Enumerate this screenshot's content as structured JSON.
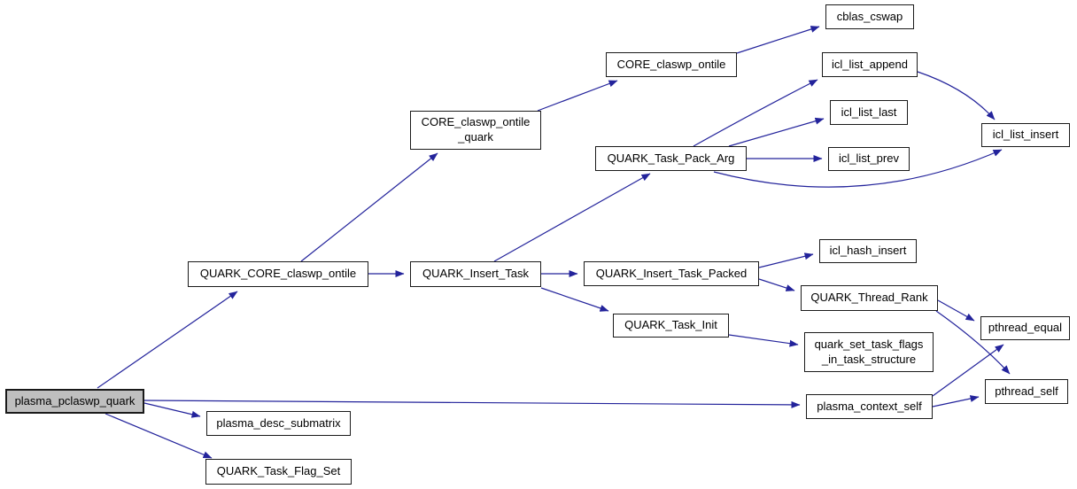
{
  "diagram": {
    "type": "call-graph",
    "background_color": "#ffffff",
    "edge_color": "#23239b",
    "node_border_color": "#1a1a1a",
    "node_fill_color": "#ffffff",
    "root_node_fill_color": "#bfbfbf",
    "text_color": "#000000"
  },
  "nodes": {
    "plasma_pclaswp_quark": {
      "label": "plasma_pclaswp_quark",
      "root": true
    },
    "QUARK_CORE_claswp_ontile": {
      "label": "QUARK_CORE_claswp_ontile"
    },
    "plasma_desc_submatrix": {
      "label": "plasma_desc_submatrix"
    },
    "QUARK_Task_Flag_Set": {
      "label": "QUARK_Task_Flag_Set"
    },
    "CORE_claswp_ontile_quark": {
      "label": "CORE_claswp_ontile\n_quark"
    },
    "QUARK_Insert_Task": {
      "label": "QUARK_Insert_Task"
    },
    "CORE_claswp_ontile": {
      "label": "CORE_claswp_ontile"
    },
    "QUARK_Task_Pack_Arg": {
      "label": "QUARK_Task_Pack_Arg"
    },
    "QUARK_Insert_Task_Packed": {
      "label": "QUARK_Insert_Task_Packed"
    },
    "QUARK_Task_Init": {
      "label": "QUARK_Task_Init"
    },
    "cblas_cswap": {
      "label": "cblas_cswap"
    },
    "icl_list_append": {
      "label": "icl_list_append"
    },
    "icl_list_last": {
      "label": "icl_list_last"
    },
    "icl_list_prev": {
      "label": "icl_list_prev"
    },
    "icl_hash_insert": {
      "label": "icl_hash_insert"
    },
    "QUARK_Thread_Rank": {
      "label": "QUARK_Thread_Rank"
    },
    "quark_set_task_flags_in_task_structure": {
      "label": "quark_set_task_flags\n_in_task_structure"
    },
    "plasma_context_self": {
      "label": "plasma_context_self"
    },
    "icl_list_insert": {
      "label": "icl_list_insert"
    },
    "pthread_equal": {
      "label": "pthread_equal"
    },
    "pthread_self": {
      "label": "pthread_self"
    }
  },
  "edges": [
    {
      "from": "plasma_pclaswp_quark",
      "to": "QUARK_CORE_claswp_ontile"
    },
    {
      "from": "plasma_pclaswp_quark",
      "to": "plasma_desc_submatrix"
    },
    {
      "from": "plasma_pclaswp_quark",
      "to": "QUARK_Task_Flag_Set"
    },
    {
      "from": "plasma_pclaswp_quark",
      "to": "plasma_context_self"
    },
    {
      "from": "QUARK_CORE_claswp_ontile",
      "to": "CORE_claswp_ontile_quark"
    },
    {
      "from": "QUARK_CORE_claswp_ontile",
      "to": "QUARK_Insert_Task"
    },
    {
      "from": "CORE_claswp_ontile_quark",
      "to": "CORE_claswp_ontile"
    },
    {
      "from": "CORE_claswp_ontile",
      "to": "cblas_cswap"
    },
    {
      "from": "QUARK_Insert_Task",
      "to": "QUARK_Task_Pack_Arg"
    },
    {
      "from": "QUARK_Insert_Task",
      "to": "QUARK_Insert_Task_Packed"
    },
    {
      "from": "QUARK_Insert_Task",
      "to": "QUARK_Task_Init"
    },
    {
      "from": "QUARK_Task_Pack_Arg",
      "to": "icl_list_append"
    },
    {
      "from": "QUARK_Task_Pack_Arg",
      "to": "icl_list_last"
    },
    {
      "from": "QUARK_Task_Pack_Arg",
      "to": "icl_list_prev"
    },
    {
      "from": "QUARK_Task_Pack_Arg",
      "to": "icl_list_insert"
    },
    {
      "from": "icl_list_append",
      "to": "icl_list_insert"
    },
    {
      "from": "QUARK_Insert_Task_Packed",
      "to": "icl_hash_insert"
    },
    {
      "from": "QUARK_Insert_Task_Packed",
      "to": "QUARK_Thread_Rank"
    },
    {
      "from": "QUARK_Task_Init",
      "to": "quark_set_task_flags_in_task_structure"
    },
    {
      "from": "QUARK_Thread_Rank",
      "to": "pthread_equal"
    },
    {
      "from": "QUARK_Thread_Rank",
      "to": "pthread_self"
    },
    {
      "from": "plasma_context_self",
      "to": "pthread_equal"
    },
    {
      "from": "plasma_context_self",
      "to": "pthread_self"
    }
  ]
}
